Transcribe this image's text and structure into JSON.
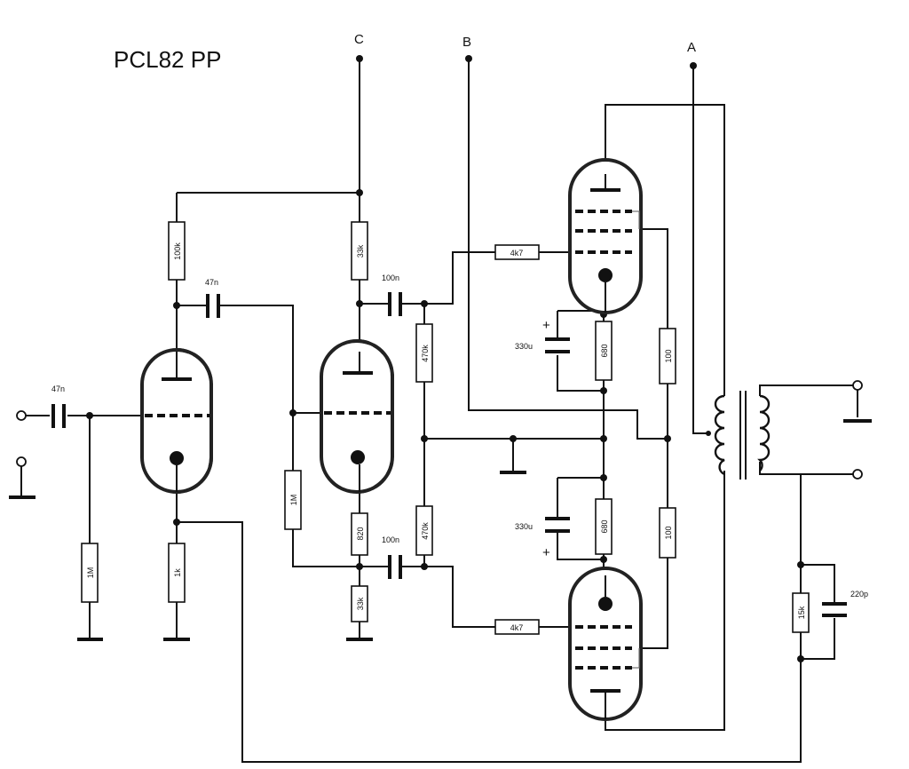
{
  "title": "PCL82 PP",
  "nodes": {
    "a": "A",
    "b": "B",
    "c": "C"
  },
  "components": {
    "r_100k": "100k",
    "r_33k_top": "33k",
    "r_470k_top": "470k",
    "r_470k_bottom": "470k",
    "r_1m_input": "1M",
    "r_1k": "1k",
    "r_1m_grid": "1M",
    "r_820": "820",
    "r_33k_bottom": "33k",
    "r_4k7_top": "4k7",
    "r_4k7_bottom": "4k7",
    "r_680_top": "680",
    "r_680_bottom": "680",
    "r_100_top": "100",
    "r_100_bottom": "100",
    "r_15k": "15k",
    "c_47n_input": "47n",
    "c_47n_coupling": "47n",
    "c_100n_top": "100n",
    "c_100n_bottom": "100n",
    "c_330u_top": "330u",
    "c_330u_bottom": "330u",
    "c_220p": "220p"
  },
  "polarity": {
    "top": "+",
    "bottom": "+"
  }
}
